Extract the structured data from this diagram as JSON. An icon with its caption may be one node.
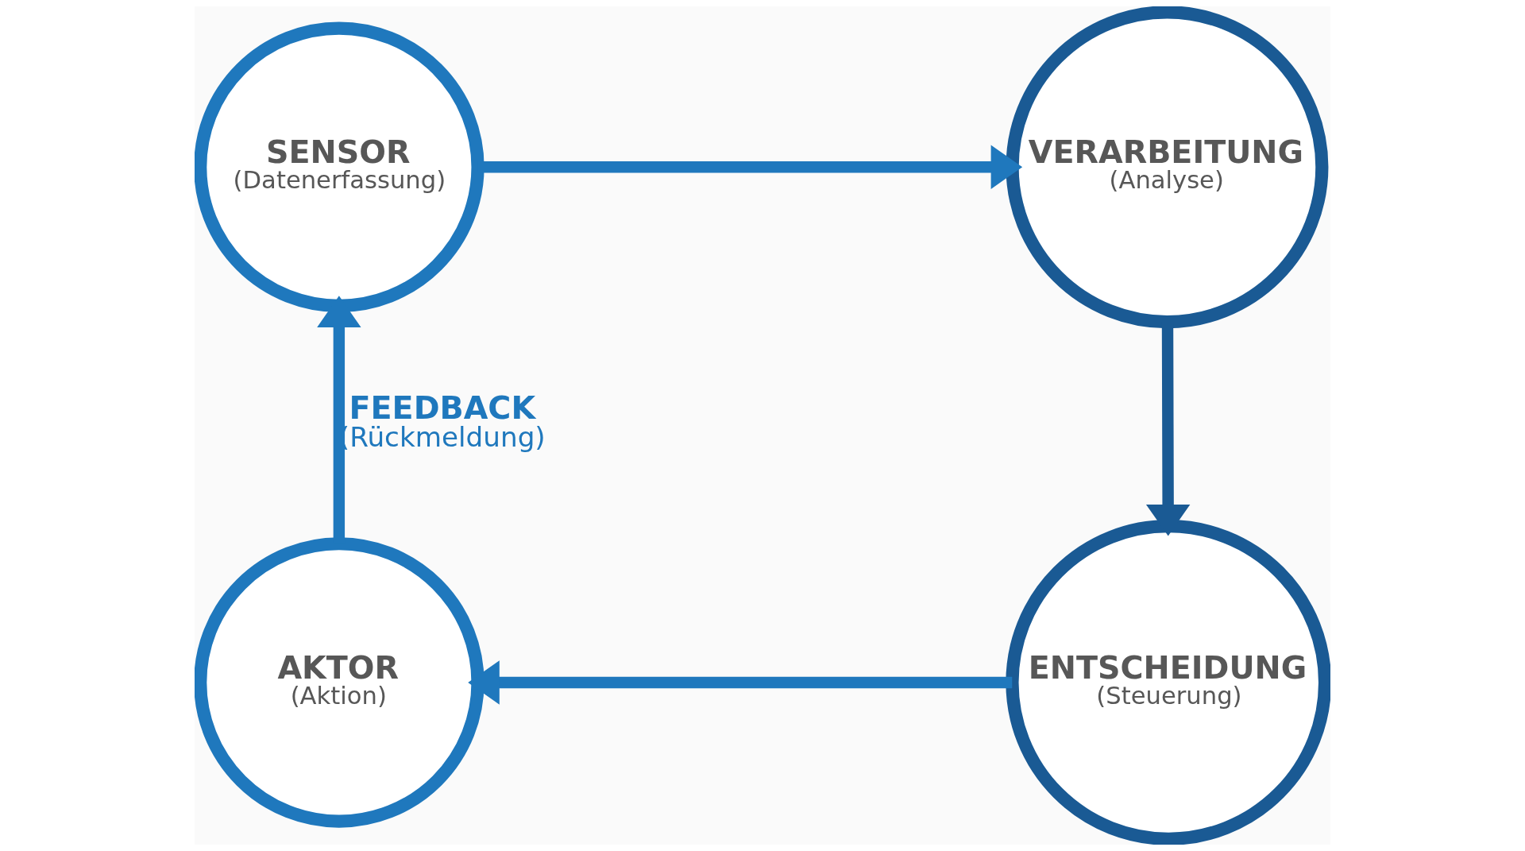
{
  "diagram": {
    "nodes": [
      {
        "text": [
          "SENSOR",
          "(Datenerfassung)"
        ]
      },
      {
        "text": [
          "VERARBEITUNG",
          "(Analyse)"
        ]
      },
      {
        "text": [
          "ENTSCHEIDUNG",
          "(Steuerung)"
        ]
      },
      {
        "text": [
          "AKTOR",
          "(Aktion)"
        ]
      }
    ],
    "edges": [
      {
        "from": 0,
        "to": 1,
        "arrow": "to"
      },
      {
        "from": 1,
        "to": 2,
        "arrow": "to",
        "color": "#1a5a94"
      },
      {
        "from": 2,
        "to": 3,
        "arrow": "to"
      },
      {
        "from": 3,
        "to": 0,
        "arrow": "to",
        "label": "FEEDBACK (Rückmeldung)"
      }
    ]
  }
}
